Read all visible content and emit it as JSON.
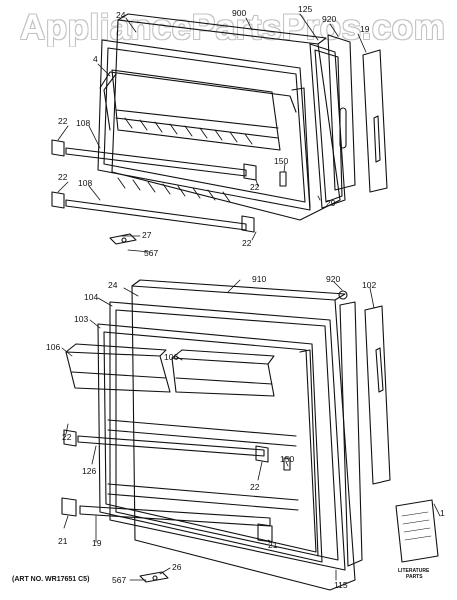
{
  "watermark": "AppliancePartsPros.com",
  "art_number": "(ART NO. WR17651 C5)",
  "literature_label_line1": "LITERATURE",
  "literature_label_line2": "PARTS",
  "callouts": {
    "c900": "900",
    "c125": "125",
    "c920_top": "920",
    "c24_top": "24",
    "c19_top": "19",
    "c4": "4",
    "c108_a": "108",
    "c108_b": "108",
    "c22_a": "22",
    "c22_b": "22",
    "c22_c": "22",
    "c22_d": "22",
    "c150_top": "150",
    "c29": "29",
    "c27": "27",
    "c567_top": "567",
    "c910": "910",
    "c920_bot": "920",
    "c102": "102",
    "c24_bot": "24",
    "c104": "104",
    "c103": "103",
    "c106_a": "106",
    "c106_b": "106",
    "c150_bot": "150",
    "c22_e": "22",
    "c126": "126",
    "c22_f": "22",
    "c21_a": "21",
    "c19_bot": "19",
    "c21_b": "21",
    "c115": "115",
    "c1": "1",
    "c567_bot": "567",
    "c26": "26"
  }
}
